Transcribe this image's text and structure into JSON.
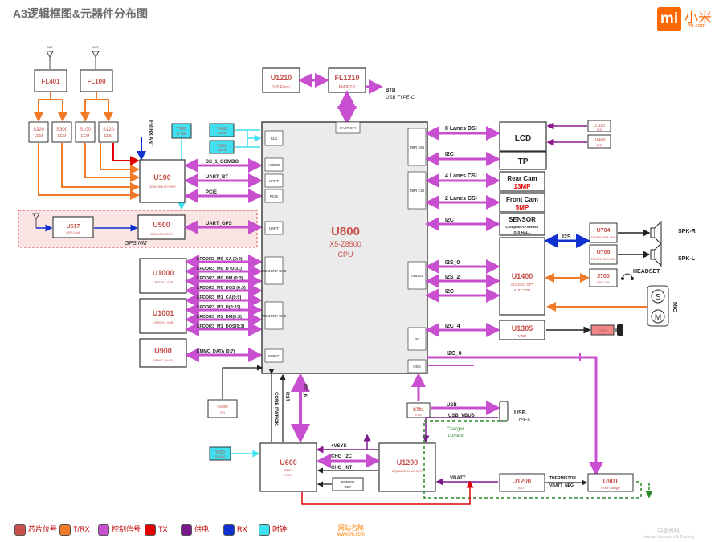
{
  "title": "A3逻辑框图&元器件分布图",
  "logo": {
    "mark": "mi",
    "name": "小米",
    "url": "mi.com"
  },
  "colors": {
    "chip": "#c8504a",
    "trx": "#f07a28",
    "ctrl": "#c84fd0",
    "tx": "#e00000",
    "power": "#7a1a8a",
    "rx": "#1030d0",
    "clock": "#40e0f0",
    "gps_box": "#e04040"
  },
  "blocks": {
    "u1210": {
      "ref": "U1210",
      "sub": "SPI Flash"
    },
    "fl1210": {
      "ref": "FL1210",
      "sub": "EMI/ESD"
    },
    "btb": {
      "line1": "BTB",
      "line2": "USB TYPE-C"
    },
    "fl401": {
      "ref": "FL401"
    },
    "fl100": {
      "ref": "FL100"
    },
    "ant1": {
      "ref": "ANT"
    },
    "ant2": {
      "ref": "ANT"
    },
    "s320": {
      "ref": "S320",
      "sub": "FEM"
    },
    "s300": {
      "ref": "S300",
      "sub": "FEM"
    },
    "s100": {
      "ref": "S100",
      "sub": "FEM"
    },
    "s120": {
      "ref": "S120",
      "sub": "FEM"
    },
    "y500": {
      "ref": "Y500",
      "sub": "32.768K"
    },
    "y100": {
      "ref": "Y100",
      "sub": "26MHz"
    },
    "y101": {
      "ref": "Y101",
      "sub": "24MHz"
    },
    "u100": {
      "ref": "U100",
      "sub": "BCM4356 BT/WIFI"
    },
    "u517": {
      "ref": "U517",
      "sub": "GPS LNA"
    },
    "u500": {
      "ref": "U500",
      "sub": "BCM4774 GPS"
    },
    "u1000": {
      "ref": "U1000",
      "sub": "LPDDR3 4GB"
    },
    "u1001": {
      "ref": "U1001",
      "sub": "LPDDR3 4GB"
    },
    "u900": {
      "ref": "U900",
      "sub": "EMMC 64GB"
    },
    "u800": {
      "ref": "U800",
      "sub": "X5-Z8500",
      "role": "CPU"
    },
    "lcd": {
      "ref": "LCD"
    },
    "tp": {
      "ref": "TP"
    },
    "u1110": {
      "ref": "U1110",
      "sub": "LED"
    },
    "u1400a": {
      "ref": "U1400",
      "sub": "LED"
    },
    "rear_cam": {
      "ref": "Rear Cam",
      "mp": "13MP"
    },
    "front_cam": {
      "ref": "Front Cam",
      "mp": "5MP"
    },
    "sensor": {
      "ref": "SENSOR",
      "sub1": "Compass-L-Sensor",
      "sub2": "G-S HALL"
    },
    "u1400": {
      "ref": "U1400",
      "sub1": "ALC3451 CPT",
      "sub2": "AUD COD"
    },
    "u704": {
      "ref": "U704",
      "sub": "TFA9890 SPK AMP"
    },
    "u705": {
      "ref": "U705",
      "sub": "TFA9890 SPK AMP"
    },
    "j700": {
      "ref": "J700",
      "sub": "HPH CON"
    },
    "u1305": {
      "ref": "U1305",
      "sub": "VIBR"
    },
    "u1305_vib": {
      "ref": "VIBR"
    },
    "u1800": {
      "ref": "U1800",
      "sub": "DPI"
    },
    "s701": {
      "ref": "S701",
      "sub": "ESD"
    },
    "y600": {
      "ref": "Y600",
      "sub": "32.768K"
    },
    "u600": {
      "ref": "U600",
      "sub": "PMIC",
      "sub2": "PMIC"
    },
    "u1200": {
      "ref": "U1200",
      "sub": "BQ25892 CHARGER"
    },
    "power_key": {
      "line1": "POWER",
      "line2": "KEY"
    },
    "j1200": {
      "ref": "J1200",
      "sub": "BATT"
    },
    "u901": {
      "ref": "U901",
      "sub": "Fuel Gauge"
    }
  },
  "cpu_ports": {
    "clk": "CLK",
    "audio1": "AUDIO",
    "uart1": "UART",
    "pcie": "PCIE",
    "uart2": "UART",
    "mem1": "MEMORY CH0",
    "mem2": "MEMORY CH1",
    "emmc": "EMMC",
    "fast_spi": "FAST SPI",
    "mipi_dsi": "MIPI DSI",
    "mipi_csi": "MIPI CSI",
    "audio2": "AUDIO",
    "i2c": "I2C",
    "usb": "USB"
  },
  "signals": {
    "fm_rx_ant": "FM RX ANT",
    "ss_combo": "SS_1_COMBO",
    "uart_bt": "UART_BT",
    "pcie": "PCIE",
    "uart_gps": "UART_GPS",
    "gps_nm": "GPS NM",
    "dsi": "8 Lanes DSI",
    "i2c_tp": "I2C",
    "csi4": "4 Lanes CSI",
    "csi2": "2 Lanes CSI",
    "i2c_sensor": "I2C",
    "i2s_0": "I2S_0",
    "i2s_2": "I2S_2",
    "i2c_codec": "I2C",
    "i2c_4": "I2C_4",
    "i2c_0": "I2C_0",
    "i2s_amp": "I2S",
    "spk_r": "SPK-R",
    "spk_l": "SPK-L",
    "headset": "HEADSET",
    "mic": "MIC",
    "lp_m0_ca": "LPDDR3_M0_CA (0:9)",
    "lp_m0_d": "LPDDR3_M0_D (0:31)",
    "lp_m0_dm": "LPDDR3_M0_DM (0:3)",
    "lp_m0_dqs": "LPDDR3_M0_DQS (0:3)",
    "lp_m1_ca": "LPDDR3_M1_CA(0:9)",
    "lp_m1_d": "LPDDR3_M1_D(0:31)",
    "lp_m1_dm": "LPDDR3_M1_DM(0:3)",
    "lp_m1_dqs": "LPDDR3_M1_DQS(0:3)",
    "emmc_data": "EMMC_DATA (0:7)",
    "core_pwrok": "CORE PWROK",
    "rst": "RST",
    "i2c_6": "I2C_6",
    "usb": "USB",
    "usb_vbus": "USB_VBUS",
    "usb_conn_1": "USB",
    "usb_conn_2": "TYPE-C",
    "charger_current_1": "Charger",
    "charger_current_2": "current",
    "vsys": "+VSYS",
    "chg_i2c": "CHG_I2C",
    "chg_int": "CHG_INT",
    "vbatt": "VBATT",
    "thermistor": "THERMISTOR",
    "vbatt_neg": "VBATT_NEG"
  },
  "legend": [
    {
      "label": "芯片位号",
      "color": "#c8504a"
    },
    {
      "label": "T/RX",
      "color": "#f07a28"
    },
    {
      "label": "控制信号",
      "color": "#c84fd0"
    },
    {
      "label": "TX",
      "color": "#e00000"
    },
    {
      "label": "供电",
      "color": "#7a1a8a"
    },
    {
      "label": "RX",
      "color": "#1030d0"
    },
    {
      "label": "时钟",
      "color": "#40e0f0"
    }
  ],
  "footer": {
    "center_1": "网站名称",
    "center_2": "www.mi.com",
    "right_1": "内部资料",
    "right_2": "Internal document & Training"
  }
}
